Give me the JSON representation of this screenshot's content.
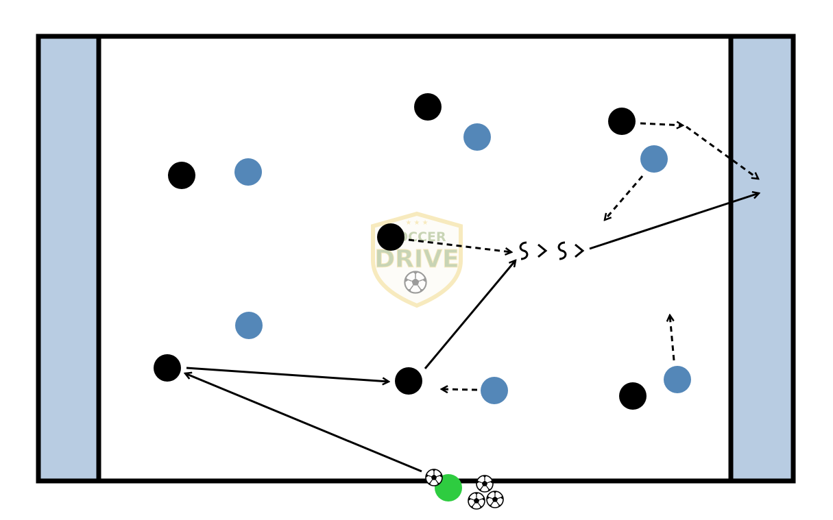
{
  "colors": {
    "background": "#ffffff",
    "field_border": "#000000",
    "end_zone": "#b8cce2",
    "team_black": "#000000",
    "team_blue": "#5487b8",
    "coach": "#2ecc40",
    "arrow": "#000000",
    "watermark_gold": "#f2d98a",
    "watermark_green": "#9cb27a"
  },
  "watermark": {
    "line1": "SOCCER",
    "line2": "DRIVE"
  },
  "legend": {
    "pass": "solid-arrow",
    "run": "dashed-arrow",
    "dribble": "wavy-chevron"
  },
  "icons": [
    "soccer-ball-icon",
    "dribble-squiggle-icon"
  ]
}
